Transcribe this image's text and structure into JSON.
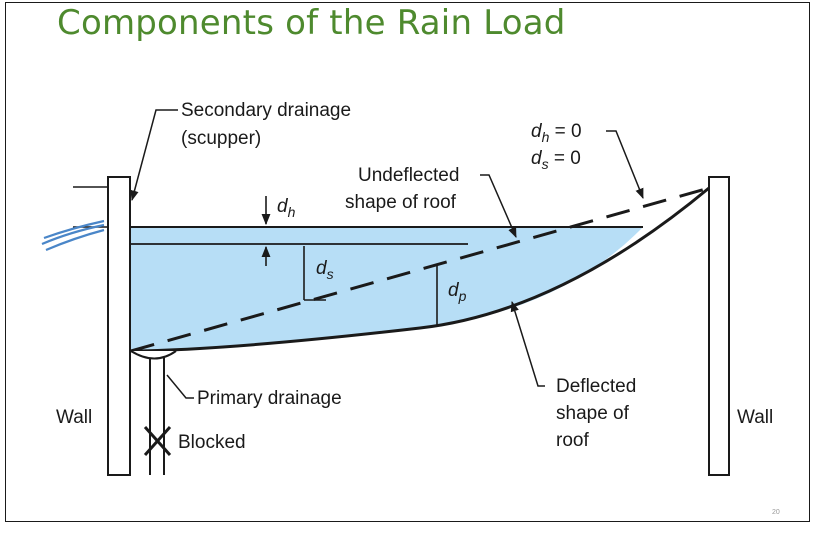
{
  "slide": {
    "title": "Components of the Rain Load",
    "page_number": "20"
  },
  "diagram": {
    "labels": {
      "secondary_drainage_line1": "Secondary drainage",
      "secondary_drainage_line2": "(scupper)",
      "dh_zero_symbol": "d",
      "dh_zero_sub": "h",
      "dh_zero_value": " = 0",
      "ds_zero_symbol": "d",
      "ds_zero_sub": "s",
      "ds_zero_value": " = 0",
      "undeflected_line1": "Undeflected",
      "undeflected_line2": "shape of roof",
      "dh_symbol": "d",
      "dh_sub": "h",
      "ds_symbol": "d",
      "ds_sub": "s",
      "dp_symbol": "d",
      "dp_sub": "p",
      "wall_left": "Wall",
      "wall_right": "Wall",
      "primary_drainage": "Primary drainage",
      "blocked": "Blocked",
      "deflected_line1": "Deflected",
      "deflected_line2": "shape of",
      "deflected_line3": "roof"
    },
    "colors": {
      "water": "#b7def6",
      "line": "#1a1a1a",
      "title": "#4e8a2e",
      "water_spill": "#4a86c8"
    }
  }
}
